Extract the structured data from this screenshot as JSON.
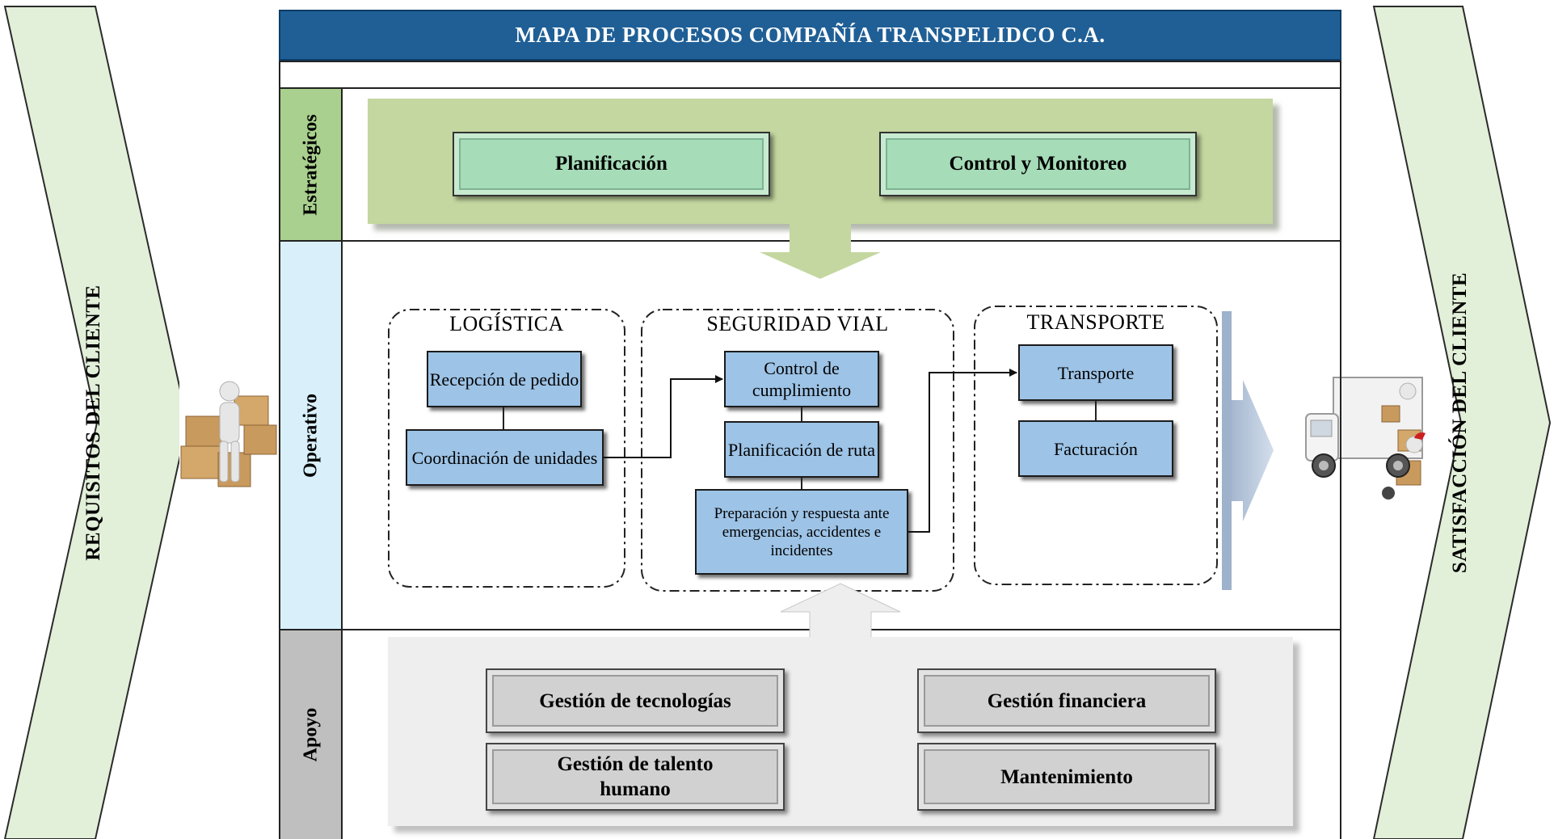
{
  "title": "MAPA DE PROCESOS COMPAÑÍA TRANSPELIDCO C.A.",
  "left_banner": "REQUISITOS DEL CLIENTE",
  "right_banner": "SATISFACCIÓN DEL CLIENTE",
  "rows": {
    "strategic": "Estratégicos",
    "operative": "Operativo",
    "support": "Apoyo"
  },
  "strategic_processes": [
    "Planificación",
    "Control y Monitoreo"
  ],
  "operative": {
    "logistics": {
      "title": "LOGÍSTICA",
      "boxes": [
        "Recepción de pedido",
        "Coordinación de unidades"
      ]
    },
    "road_safety": {
      "title": "SEGURIDAD VIAL",
      "boxes": [
        "Control de cumplimiento",
        "Planificación de ruta",
        "Preparación y respuesta ante emergencias, accidentes e incidentes"
      ]
    },
    "transport": {
      "title": "TRANSPORTE",
      "boxes": [
        "Transporte",
        "Facturación"
      ]
    }
  },
  "support_processes": [
    "Gestión de tecnologías",
    "Gestión financiera",
    "Gestión de talento humano",
    "Mantenimiento"
  ],
  "images": {
    "left": "person-with-boxes",
    "right": "delivery-truck-unloading"
  },
  "colors": {
    "title_bar": "#1f5f96",
    "banner": "#e2efd9",
    "strategic_bg": "#c4d7a0",
    "strategic_label": "#a9d08e",
    "operative_label": "#d9f0fb",
    "support_label": "#bfbfbf",
    "process_box": "#9dc3e6",
    "support_bg": "#eeeeee"
  }
}
